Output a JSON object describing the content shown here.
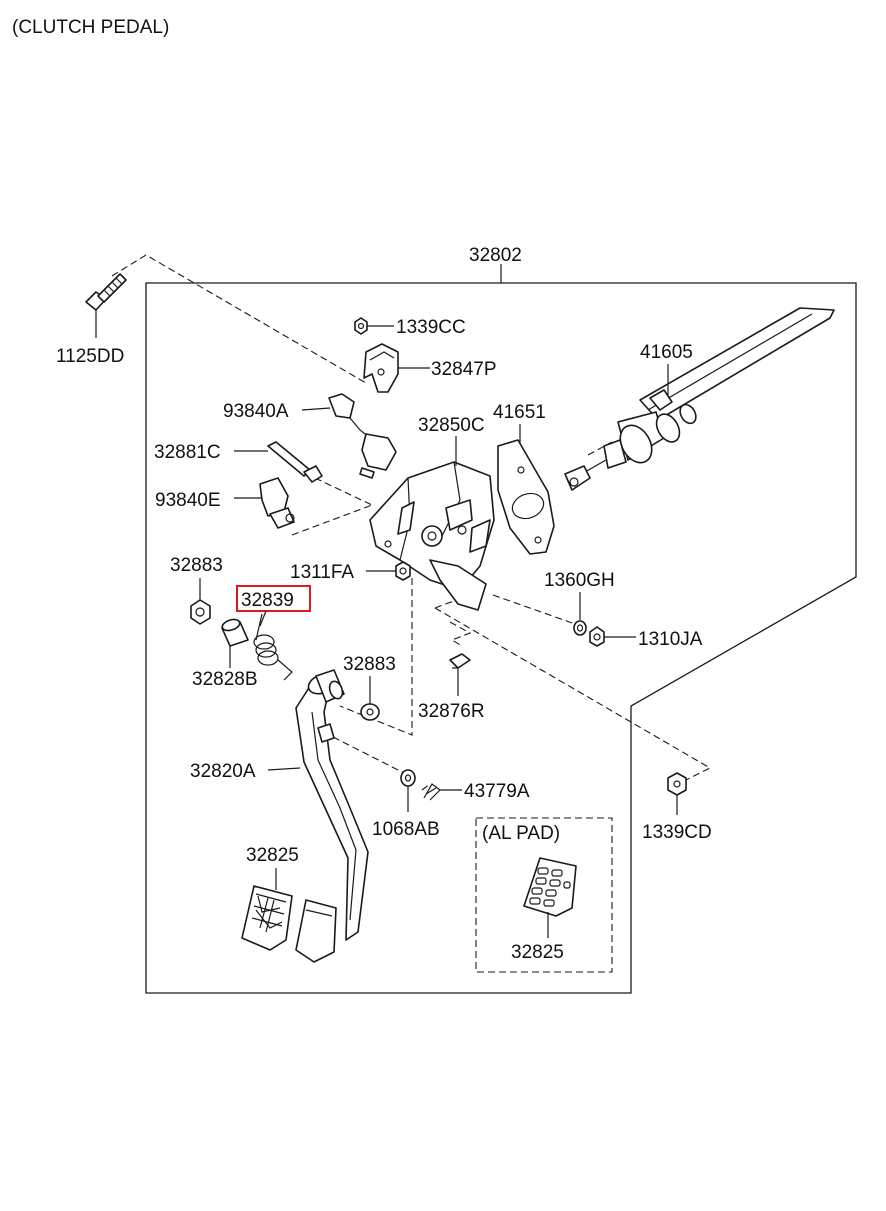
{
  "title": "(CLUTCH PEDAL)",
  "assembly_label": "32802",
  "inset_label": "(AL PAD)",
  "highlight_color": "#e0191b",
  "parts": {
    "p1125DD": "1125DD",
    "p1339CC": "1339CC",
    "p32847P": "32847P",
    "p41605": "41605",
    "p93840A": "93840A",
    "p41651": "41651",
    "p32850C": "32850C",
    "p32881C": "32881C",
    "p93840E": "93840E",
    "p32883a": "32883",
    "p1311FA": "1311FA",
    "p1360GH": "1360GH",
    "p32839": "32839",
    "p1310JA": "1310JA",
    "p32883b": "32883",
    "p32828B": "32828B",
    "p32876R": "32876R",
    "p32820A": "32820A",
    "p43779A": "43779A",
    "p1068AB": "1068AB",
    "p1339CD": "1339CD",
    "p32825a": "32825",
    "p32825b": "32825"
  }
}
